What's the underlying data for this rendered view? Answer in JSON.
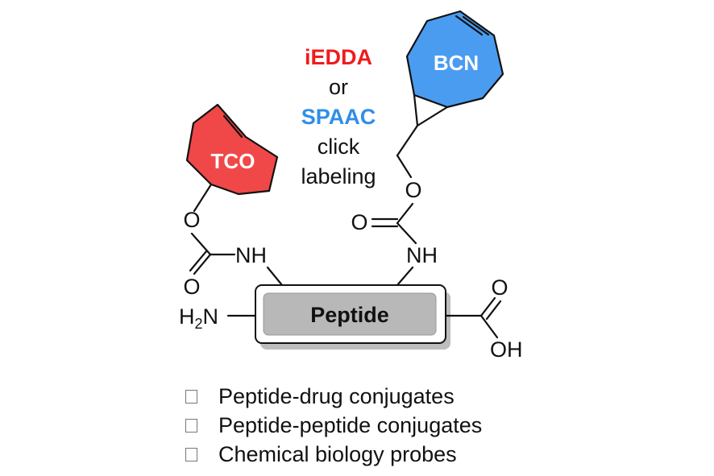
{
  "colors": {
    "tco_fill": "#f04848",
    "bcn_fill": "#4a9cf0",
    "iedda_text": "#ee1c1c",
    "spaac_text": "#2f8fe8",
    "peptide_fill": "#b8b8b8"
  },
  "labels": {
    "tco": "TCO",
    "bcn": "BCN",
    "iedda": "iEDDA",
    "or": "or",
    "spaac": "SPAAC",
    "click": "click",
    "labeling": "labeling",
    "peptide": "Peptide"
  },
  "atoms": {
    "o_tco_ester": "O",
    "o_tco_carbonyl": "O",
    "nh_left": "NH",
    "o_bcn_ether": "O",
    "o_bcn_carbonyl": "O",
    "nh_right": "NH",
    "h2n_h": "H",
    "h2n_sub": "2",
    "h2n_n": "N",
    "o_acid_carbonyl": "O",
    "oh": "OH"
  },
  "applications": [
    {
      "text": "Peptide-drug conjugates"
    },
    {
      "text": "Peptide-peptide conjugates"
    },
    {
      "text": "Chemical biology probes"
    }
  ]
}
